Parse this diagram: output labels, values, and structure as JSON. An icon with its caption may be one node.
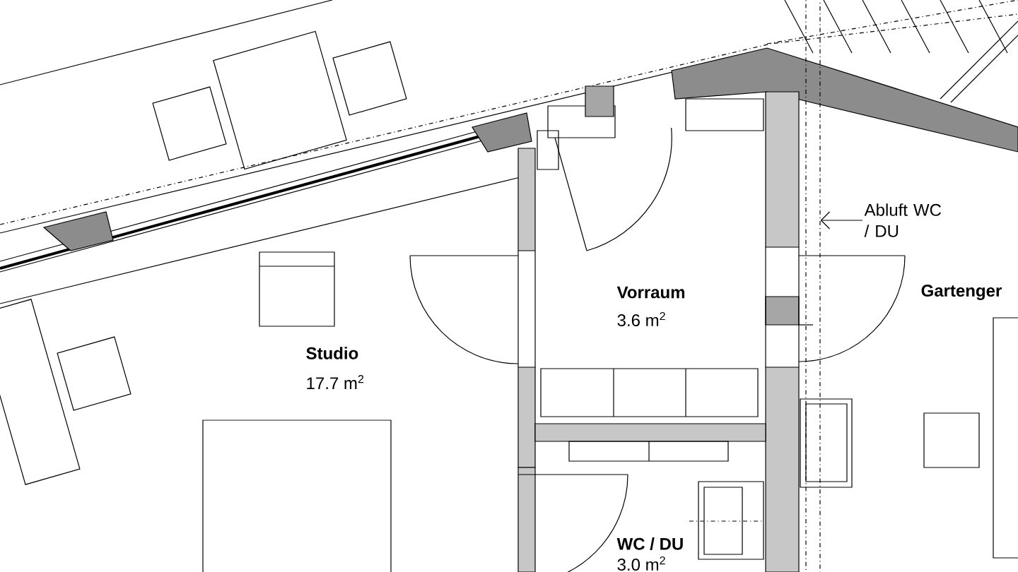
{
  "diagram": {
    "nodes": [
      {
        "text": [
          "Abluft WC / DU"
        ]
      },
      {
        "text": [],
        "shape": "bar"
      }
    ],
    "edges": [
      {
        "from": 0,
        "to": 1,
        "arrow": "to"
      }
    ],
    "labels": [
      "Studio",
      "17.7 m$^{2}$",
      "Vorraum",
      "3.6 m$^{2}$",
      "Gartenger",
      "WC / DU",
      "3.0 m$^{2}$"
    ]
  }
}
